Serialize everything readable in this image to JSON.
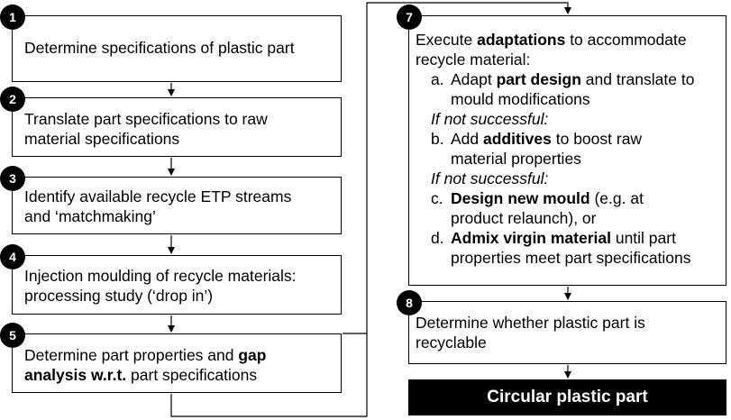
{
  "steps": [
    {
      "num": "1",
      "text": "Determine specifications of plastic part"
    },
    {
      "num": "2",
      "lines": [
        "Translate part specifications to raw",
        "material specifications"
      ]
    },
    {
      "num": "3",
      "lines": [
        "Identify available recycle ETP streams",
        "and ‘matchmaking’"
      ]
    },
    {
      "num": "4",
      "lines": [
        "Injection moulding of recycle materials:",
        "processing study (‘drop in’)"
      ]
    },
    {
      "num": "5",
      "line1_pre": "Determine part properties and ",
      "line1_bold": "gap",
      "line2_bold": "analysis w.r.t.",
      "line2_post": " part specifications"
    },
    {
      "num": "7",
      "intro_pre": "Execute ",
      "intro_bold": "adaptations",
      "intro_post": " to accommodate",
      "intro_line2": "recycle material:",
      "a_marker": "a.",
      "a_pre": "Adapt ",
      "a_bold": "part design",
      "a_post": " and translate to",
      "a_line2": "mould modifications",
      "cond1": "If not successful:",
      "b_marker": "b.",
      "b_pre": "Add ",
      "b_bold": "additives",
      "b_post": " to boost raw",
      "b_line2": "material properties",
      "cond2": "If not successful:",
      "c_marker": "c.",
      "c_bold": "Design new mould",
      "c_post": " (e.g. at",
      "c_line2": "product relaunch), or",
      "d_marker": "d.",
      "d_bold": "Admix virgin material",
      "d_post": " until part",
      "d_line2": "properties meet part specifications"
    },
    {
      "num": "8",
      "lines": [
        "Determine whether plastic part is",
        "recyclable"
      ]
    }
  ],
  "final": {
    "label": "Circular plastic part"
  },
  "colors": {
    "line": "#000000",
    "final_bg": "#000000",
    "final_text": "#ffffff"
  }
}
